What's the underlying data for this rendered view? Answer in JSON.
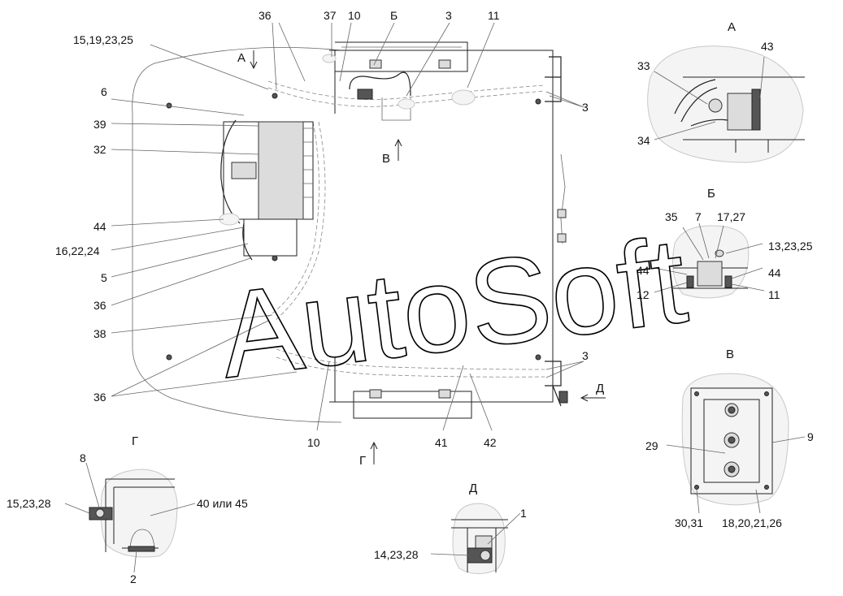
{
  "watermark": "AutoSoft",
  "view_labels": {
    "A_main": "А",
    "B_main": "Б",
    "V_main": "В",
    "G_main": "Г",
    "D_main": "Д",
    "A_detail": "А",
    "B_detail": "Б",
    "V_detail": "В",
    "G_detail": "Г",
    "D_detail": "Д"
  },
  "callouts": {
    "c36_top": "36",
    "c37": "37",
    "c10_top": "10",
    "cB_top": "Б",
    "c3_top": "3",
    "c11_top": "11",
    "c15_19_23_25": "15,19,23,25",
    "c6": "6",
    "c39": "39",
    "c32": "32",
    "c44_left": "44",
    "c16_22_24": "16,22,24",
    "c5": "5",
    "c36_mid": "36",
    "c38": "38",
    "c36_bottom": "36",
    "c10_bottom": "10",
    "c41": "41",
    "c42": "42",
    "c3_right_top": "3",
    "c3_right_bottom": "3",
    "c43": "43",
    "c33": "33",
    "c34": "34",
    "c35": "35",
    "c7": "7",
    "c17_27": "17,27",
    "c13_23_25": "13,23,25",
    "c44_b_left": "44",
    "c44_b_right": "44",
    "c12": "12",
    "c11_b": "11",
    "c9": "9",
    "c29": "29",
    "c30_31": "30,31",
    "c18_20_21_26": "18,20,21,26",
    "c8": "8",
    "c15_23_28": "15,23,28",
    "c40_or_45": "40 или 45",
    "c2": "2",
    "c1": "1",
    "c14_23_28": "14,23,28"
  }
}
